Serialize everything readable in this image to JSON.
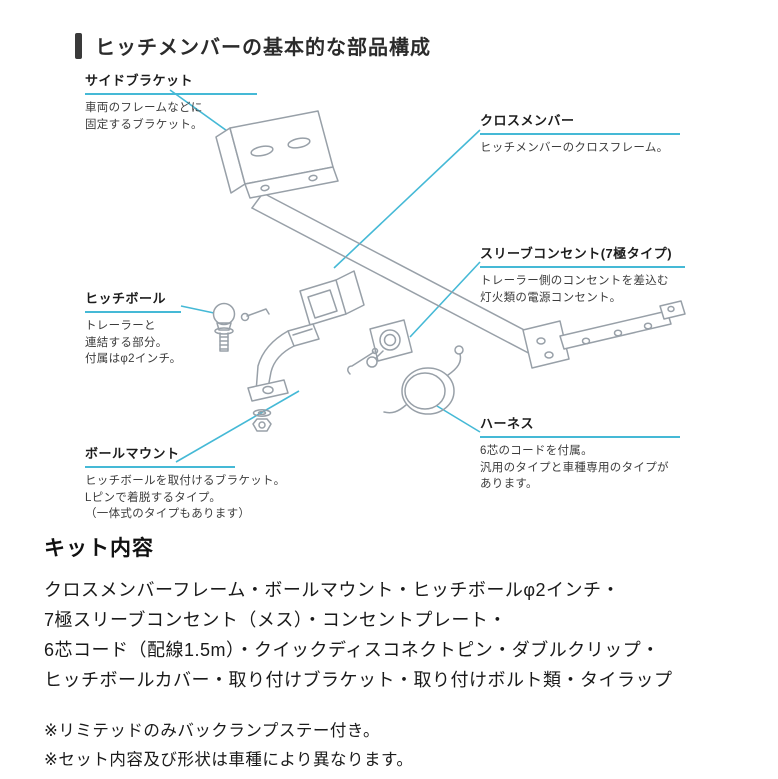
{
  "colors": {
    "accent_cyan": "#45b9d6",
    "drawing_gray": "#98a0a8",
    "text_dark": "#1c1c1c",
    "title_bar": "#3a3a3a"
  },
  "header": {
    "title": "ヒッチメンバーの基本的な部品構成"
  },
  "callouts": [
    {
      "id": "side-bracket",
      "label": "サイドブラケット",
      "desc": "車両のフレームなどに\n固定するブラケット。"
    },
    {
      "id": "cross-member",
      "label": "クロスメンバー",
      "desc": "ヒッチメンバーのクロスフレーム。"
    },
    {
      "id": "sleeve-outlet",
      "label": "スリーブコンセント(7極タイプ)",
      "desc": "トレーラー側のコンセントを差込む\n灯火類の電源コンセント。"
    },
    {
      "id": "hitch-ball",
      "label": "ヒッチボール",
      "desc": "トレーラーと\n連結する部分。\n付属はφ2インチ。"
    },
    {
      "id": "harness",
      "label": "ハーネス",
      "desc": "6芯のコードを付属。\n汎用のタイプと車種専用のタイプが\nあります。"
    },
    {
      "id": "ball-mount",
      "label": "ボールマウント",
      "desc": "ヒッチボールを取付けるブラケット。\nLピンで着脱するタイプ。\n（一体式のタイプもあります）"
    }
  ],
  "kit": {
    "heading": "キット内容",
    "lines": [
      "クロスメンバーフレーム・ボールマウント・ヒッチボールφ2インチ・",
      "7極スリーブコンセント（メス）・コンセントプレート・",
      "6芯コード（配線1.5m）・クイックディスコネクトピン・ダブルクリップ・",
      "ヒッチボールカバー・取り付けブラケット・取り付けボルト類・タイラップ"
    ],
    "notes": [
      "※リミテッドのみバックランプステー付き。",
      "※セット内容及び形状は車種により異なります。"
    ]
  }
}
